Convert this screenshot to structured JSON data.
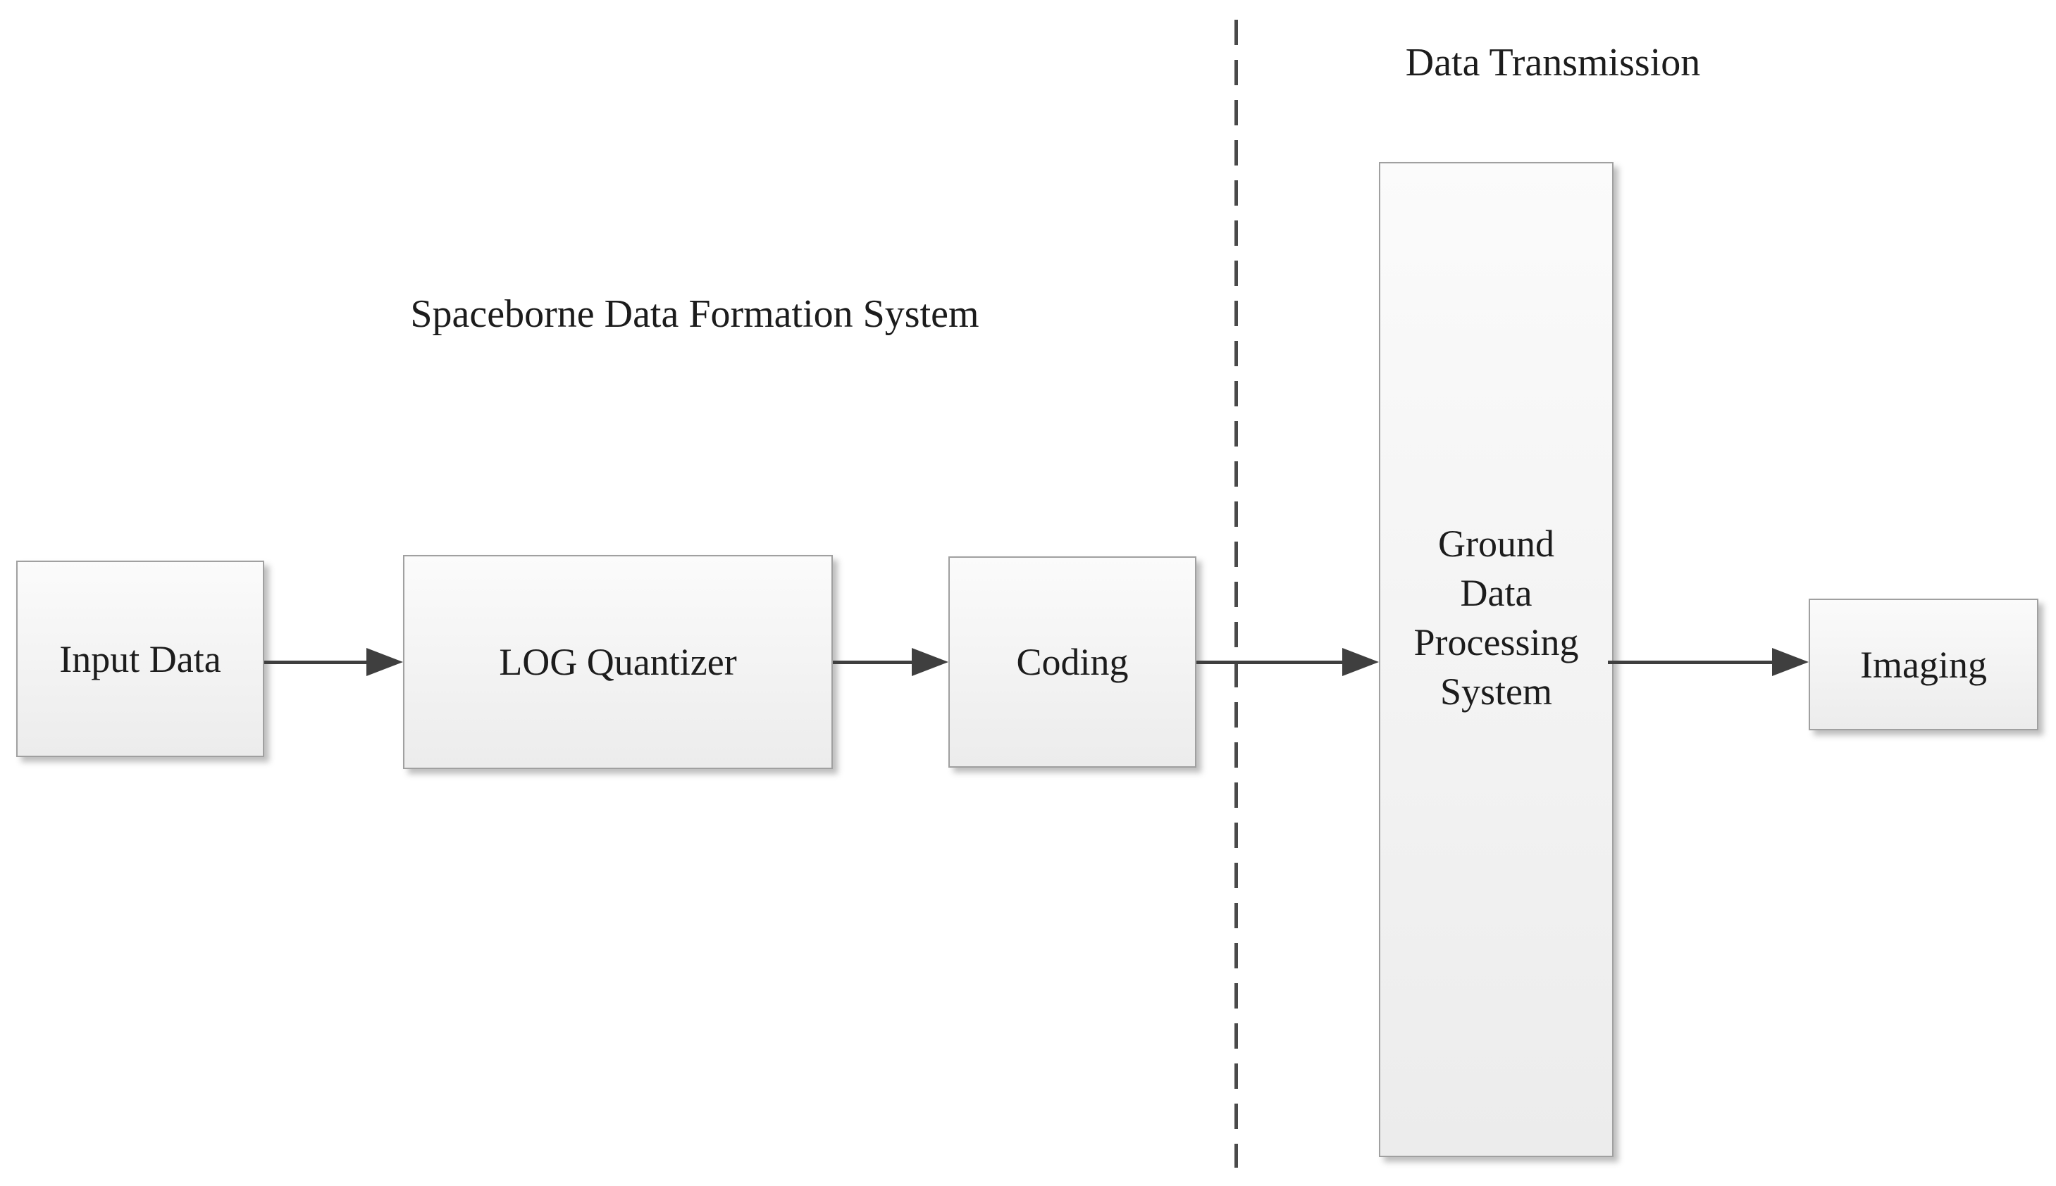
{
  "diagram": {
    "section_labels": {
      "spaceborne": "Spaceborne Data Formation System",
      "transmission": "Data Transmission"
    },
    "boxes": {
      "input_data": {
        "label": "Input Data"
      },
      "log_quantizer": {
        "label": "LOG Quantizer"
      },
      "coding": {
        "label": "Coding"
      },
      "ground_processing": {
        "lines": [
          "Ground",
          "Data",
          "Processing",
          "System"
        ]
      },
      "imaging": {
        "label": "Imaging"
      }
    },
    "colors": {
      "background": "#ffffff",
      "box_border": "#a0a0a0",
      "box_fill_top": "#fbfbfb",
      "box_fill_bottom": "#ececec",
      "arrow": "#3f3f3f",
      "dashed_line": "#4a4a4a",
      "text": "#1c1c1c"
    }
  }
}
